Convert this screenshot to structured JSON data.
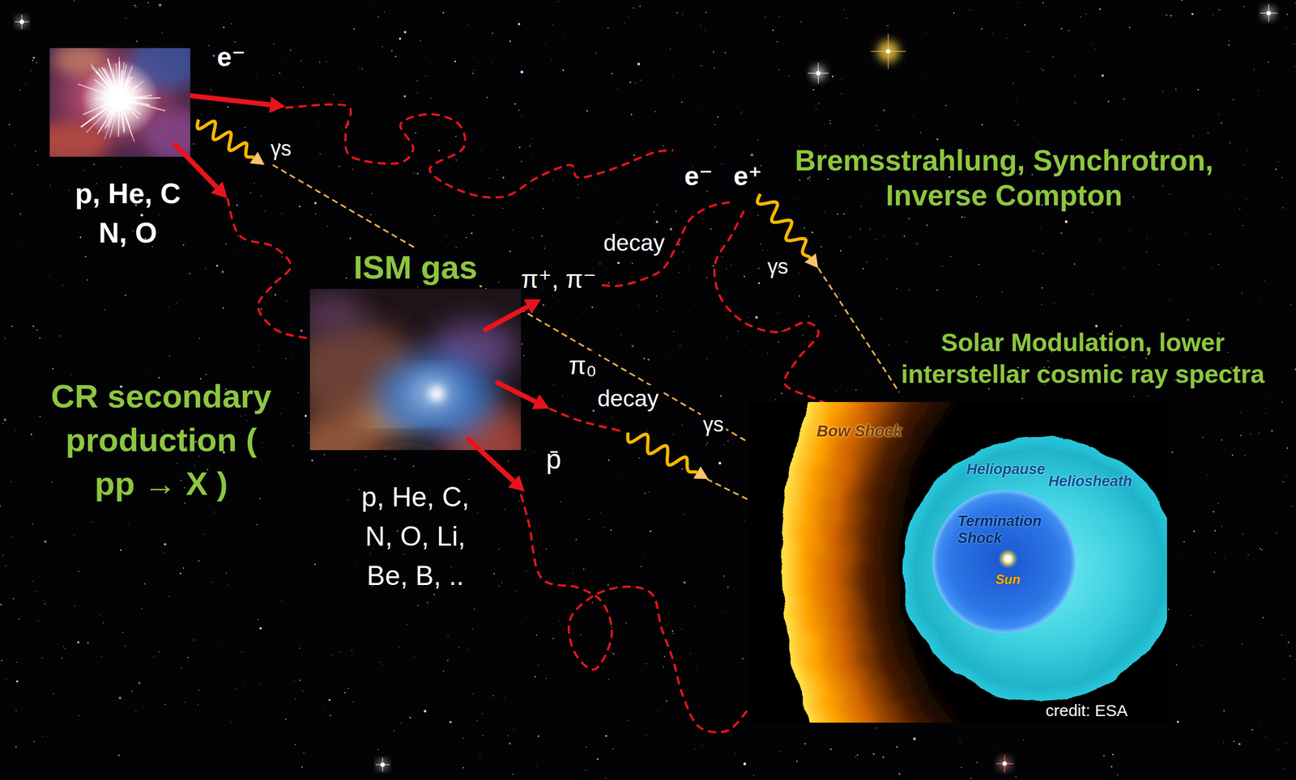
{
  "diagram": {
    "nodes": [
      {
        "text": [
          "ISM gas",
          "p, He, C, N, O, Li, Be, B, .."
        ]
      },
      {
        "text": [
          "Bow Shock",
          "credit: ESA"
        ]
      },
      {
        "text": [
          "Heliopause",
          "Heliosheath"
        ],
        "in": 1
      },
      {
        "text": [
          "Termination Shock",
          "Sun"
        ],
        "in": 2
      }
    ],
    "edges": [
      {
        "from": 0,
        "to": 1,
        "arrow": "none"
      }
    ],
    "labels": [
      "e⁻",
      "γs",
      "p, He, C N, O",
      "CR secondary production ( pp → X )",
      "π⁺, π⁻",
      "decay",
      "π₀",
      "decay",
      "p̄",
      "γs",
      "e⁻",
      "e⁺",
      "γs",
      "Bremsstrahlung, Synchrotron, Inverse Compton",
      "Solar Modulation, lower interstellar cosmic ray spectra"
    ]
  }
}
